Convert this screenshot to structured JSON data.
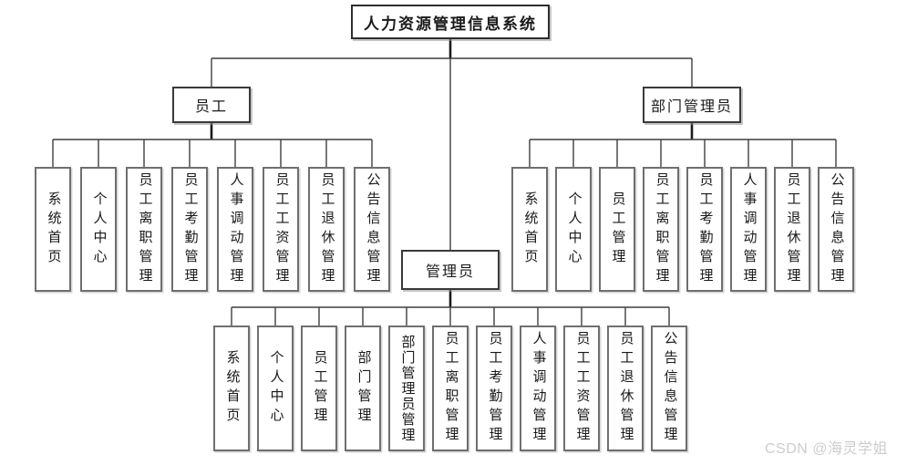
{
  "diagram": {
    "title": "人力资源管理信息系统",
    "root_label": "人力资源管理信息系统",
    "branches": [
      {
        "name": "employee",
        "label": "员工",
        "children": [
          "系统首页",
          "个人中心",
          "员工离职管理",
          "员工考勤管理",
          "人事调动管理",
          "员工工资管理",
          "员工退休管理",
          "公告信息管理"
        ]
      },
      {
        "name": "department-admin",
        "label": "部门管理员",
        "children": [
          "系统首页",
          "个人中心",
          "员工管理",
          "员工离职管理",
          "员工考勤管理",
          "人事调动管理",
          "员工退休管理",
          "公告信息管理"
        ]
      },
      {
        "name": "admin",
        "label": "管理员",
        "children": [
          "系统首页",
          "个人中心",
          "员工管理",
          "部门管理",
          "部门管理员管理",
          "员工离职管理",
          "员工考勤管理",
          "人事调动管理",
          "员工工资管理",
          "员工退休管理",
          "公告信息管理"
        ]
      }
    ]
  },
  "watermark": {
    "text": "CSDN @海灵学姐"
  },
  "colors": {
    "line": "#3f3f3f",
    "line_thick": "#1b1b1b",
    "parent_border": "#3a3a3a",
    "leaf_border": "#6f6f6f",
    "text": "#1a1a1a",
    "watermark": "#cdcdcd",
    "background": "#ffffff"
  }
}
